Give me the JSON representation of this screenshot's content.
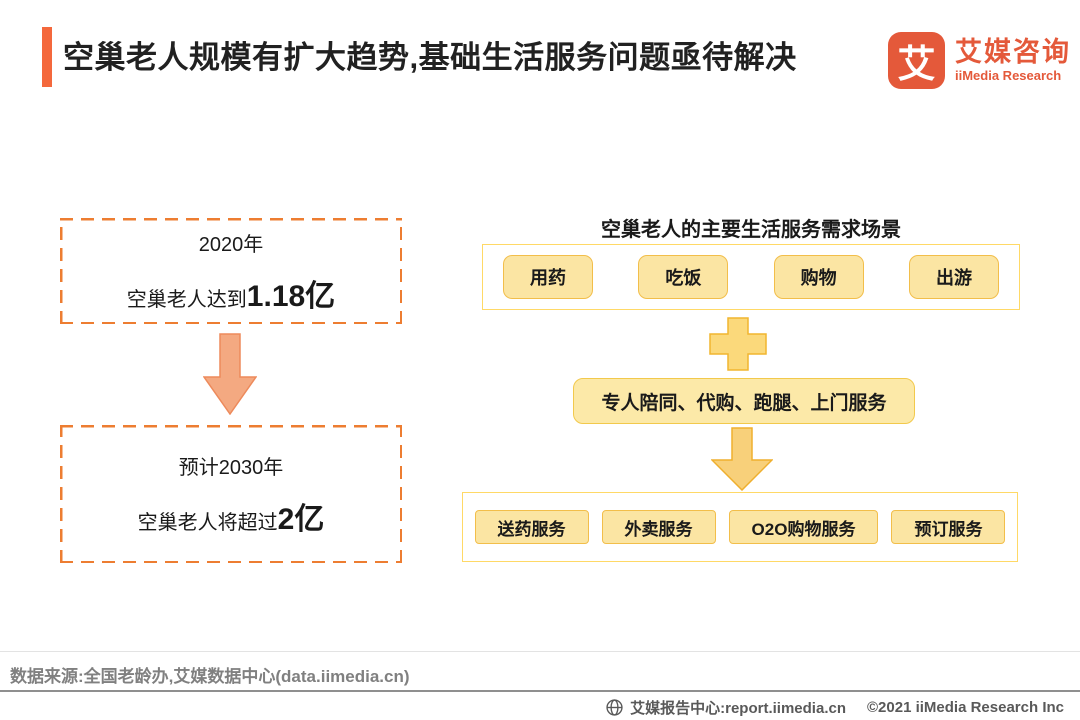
{
  "header": {
    "title": "空巢老人规模有扩大趋势,基础生活服务问题亟待解决",
    "logo": {
      "mark": "艾",
      "name_cn": "艾媒咨询",
      "name_en": "iiMedia Research"
    }
  },
  "left_flow": {
    "box1": {
      "year": "2020年",
      "stat_prefix": "空巢老人达到",
      "stat_value": "1.18亿"
    },
    "box2": {
      "year": "预计2030年",
      "stat_prefix": "空巢老人将超过",
      "stat_value": "2亿"
    }
  },
  "right_flow": {
    "title": "空巢老人的主要生活服务需求场景",
    "scenes": [
      "用药",
      "吃饭",
      "购物",
      "出游"
    ],
    "combined_service": "专人陪同、代购、跑腿、上门服务",
    "services": [
      "送药服务",
      "外卖服务",
      "O2O购物服务",
      "预订服务"
    ]
  },
  "footer": {
    "source": "数据来源:全国老龄办,艾媒数据中心(data.iimedia.cn)",
    "site": "艾媒报告中心:report.iimedia.cn",
    "copyright": "©2021  iiMedia Research  Inc"
  },
  "icons": {
    "left_arrow": "arrow-down",
    "plus": "plus",
    "right_arrow": "arrow-down",
    "globe": "globe"
  },
  "colors": {
    "accent_bar": "#F4683C",
    "dashed_border": "#ED7D31",
    "salmon_arrow": "#F4A981",
    "gold_frame": "#FFD966",
    "chip_fill": "#FBE5A3",
    "chip_border": "#F2BE4A",
    "gold_shape": "#F8D07A",
    "logo_orange": "#E4593A",
    "source_gray": "#808080"
  }
}
